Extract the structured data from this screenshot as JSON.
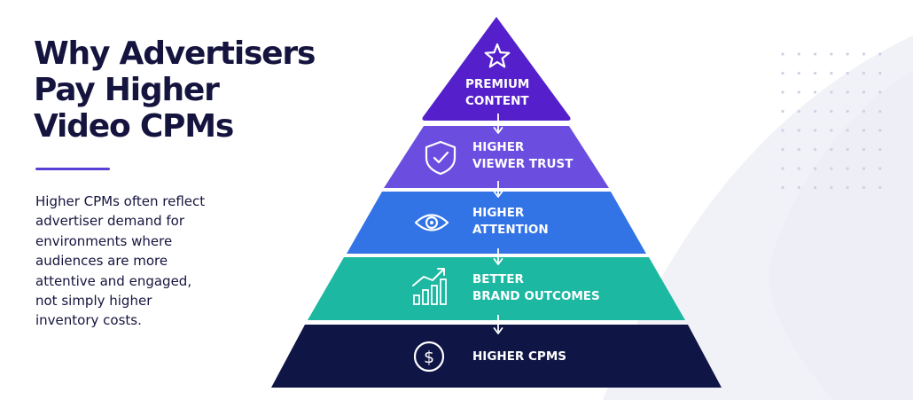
{
  "title_lines": [
    "Why Advertisers",
    "Pay Higher",
    "Video CPMs"
  ],
  "description_lines": [
    "Higher CPMs often reflect",
    "advertiser demand for",
    "environments where",
    "audiences are more",
    "attentive and engaged,",
    "not simply higher",
    "inventory costs."
  ],
  "colors": {
    "title": "#15143f",
    "accent_rule": "#5a3fd6",
    "arrow": "#ffffff"
  },
  "tiers": [
    {
      "id": "premium-content",
      "icon": "star-icon",
      "lines": [
        "PREMIUM",
        "CONTENT"
      ],
      "color": "#5520cc"
    },
    {
      "id": "higher-viewer-trust",
      "icon": "shield-check-icon",
      "lines": [
        "HIGHER",
        "VIEWER TRUST"
      ],
      "color": "#6b4ee0"
    },
    {
      "id": "higher-attention",
      "icon": "eye-icon",
      "lines": [
        "HIGHER",
        "ATTENTION"
      ],
      "color": "#3273e6"
    },
    {
      "id": "better-brand-outcomes",
      "icon": "growth-chart-icon",
      "lines": [
        "BETTER",
        "BRAND OUTCOMES"
      ],
      "color": "#1cb8a2"
    },
    {
      "id": "higher-cpms",
      "icon": "dollar-coin-icon",
      "lines": [
        "HIGHER CPMS"
      ],
      "color": "#0f1545"
    }
  ]
}
